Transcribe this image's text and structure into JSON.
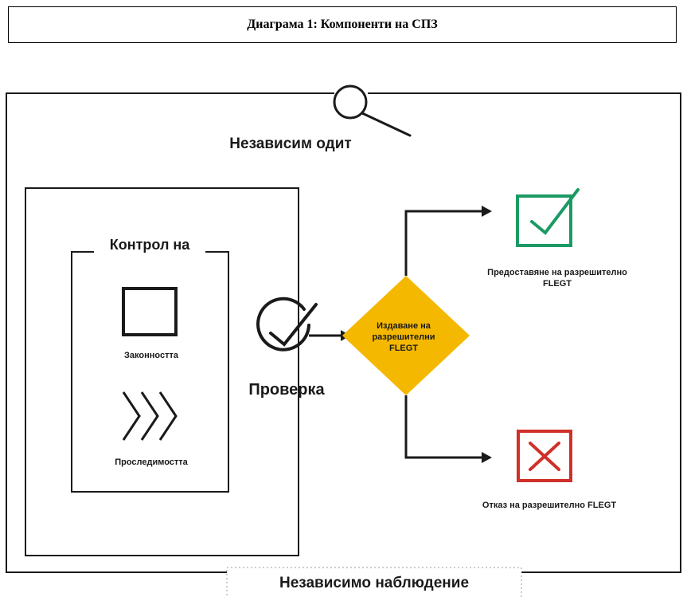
{
  "title": "Диаграма 1: Компоненти на СПЗ",
  "diagram": {
    "independent_audit": "Независим одит",
    "control_of": "Контрол на",
    "legality": "Законността",
    "traceability": "Проследимостта",
    "verification": "Проверка",
    "issuance": "Издаване на разрешителни FLEGT",
    "granted": "Предоставяне на разрешително FLEGT",
    "refused": "Отказ на разрешително FLEGT",
    "independent_monitoring": "Независимо наблюдение"
  },
  "colors": {
    "diamond": "#f5b800",
    "approve": "#1c9a64",
    "reject": "#d0302a",
    "lines": "#1a1a1a"
  },
  "icons": [
    "magnifier-icon",
    "square-icon",
    "chevrons-icon",
    "check-circle-icon",
    "check-box-icon",
    "cross-box-icon"
  ]
}
